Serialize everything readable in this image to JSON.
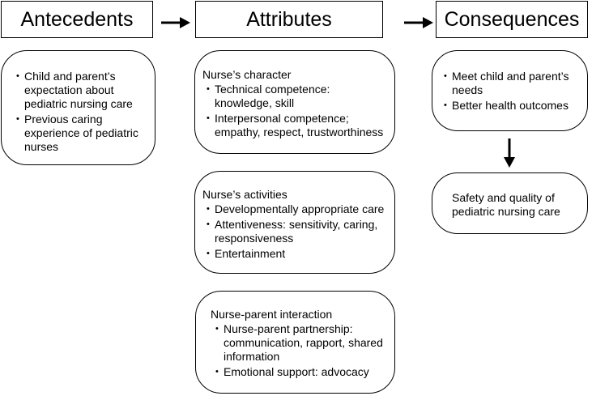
{
  "headers": {
    "antecedents": "Antecedents",
    "attributes": "Attributes",
    "consequences": "Consequences"
  },
  "antecedents": {
    "items": [
      "Child and parent’s expectation about pediatric nursing care",
      "Previous caring experience of pediatric nurses"
    ]
  },
  "attributes": {
    "character": {
      "title": "Nurse’s character",
      "items": [
        "Technical competence: knowledge, skill",
        "Interpersonal competence; empathy, respect, trustworthiness"
      ]
    },
    "activities": {
      "title": "Nurse’s activities",
      "items": [
        "Developmentally appropriate care",
        "Attentiveness: sensitivity, caring, responsiveness",
        "Entertainment"
      ]
    },
    "interaction": {
      "title": "Nurse-parent interaction",
      "items": [
        "Nurse-parent partnership: communication, rapport, shared information",
        "Emotional support: advocacy"
      ]
    }
  },
  "consequences": {
    "items": [
      "Meet child and parent’s needs",
      "Better health outcomes"
    ],
    "outcome": "Safety and quality of pediatric nursing care"
  }
}
